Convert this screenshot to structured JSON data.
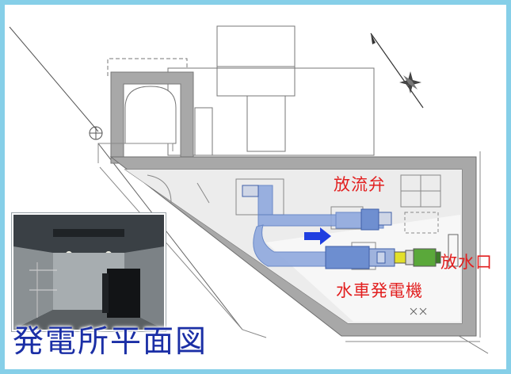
{
  "title": "発電所平面図",
  "labels": {
    "valve": "放流弁",
    "outlet": "放水口",
    "generator": "水車発電機"
  },
  "photo": {
    "subject": "発電所内部写真"
  },
  "colors": {
    "frame": "#86cfe8",
    "label": "#e21f1f",
    "title": "#1b2fa6",
    "wall": "#a6a6a6",
    "pipe": "#7f9fd8",
    "flow_arrow": "#1f3fe0",
    "generator_yellow": "#e3e02a",
    "generator_green": "#5aa83a"
  },
  "icons": {
    "north_arrow": "compass-star-icon",
    "flow": "right-arrow-icon"
  }
}
